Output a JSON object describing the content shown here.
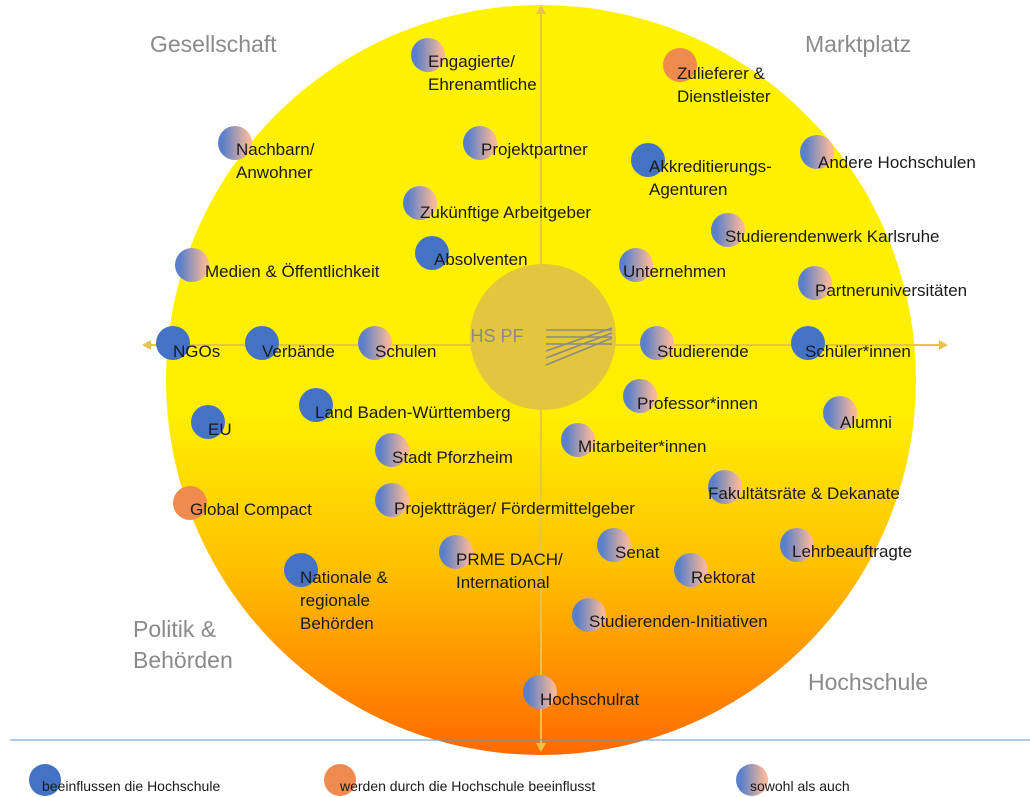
{
  "corners": {
    "top_left": [
      "Gesellschaft"
    ],
    "top_right": [
      "Marktplatz"
    ],
    "bottom_left": [
      "Politik &",
      "Behörden"
    ],
    "bottom_right": [
      "Hochschule"
    ]
  },
  "center_label": "HS PF",
  "colors": {
    "blue": "#4472c4",
    "orange": "#f08b4f",
    "both_a": "#5b7fc9",
    "both_b": "#f4b79a",
    "quadrant_label": "#8a8a8a",
    "axis": "#e7c34a",
    "separator": "#5b9bd5"
  },
  "stakeholders": [
    {
      "type": "both",
      "lines": [
        "Engagierte/",
        "Ehrenamtliche"
      ]
    },
    {
      "type": "orange",
      "lines": [
        "Zulieferer &",
        "Dienstleister"
      ]
    },
    {
      "type": "both",
      "lines": [
        "Nachbarn/",
        "Anwohner"
      ]
    },
    {
      "type": "both",
      "lines": [
        "Projektpartner"
      ]
    },
    {
      "type": "blue",
      "lines": [
        "Akkreditierungs-",
        "Agenturen"
      ]
    },
    {
      "type": "both",
      "lines": [
        "Andere Hochschulen"
      ]
    },
    {
      "type": "both",
      "lines": [
        "Zukünftige Arbeitgeber"
      ]
    },
    {
      "type": "both",
      "lines": [
        "Studierendenwerk Karlsruhe"
      ]
    },
    {
      "type": "both",
      "lines": [
        "Medien & Öffentlichkeit"
      ]
    },
    {
      "type": "blue",
      "lines": [
        "Absolventen"
      ]
    },
    {
      "type": "both",
      "lines": [
        "Unternehmen"
      ]
    },
    {
      "type": "both",
      "lines": [
        "Partneruniversitäten"
      ]
    },
    {
      "type": "blue",
      "lines": [
        "NGOs"
      ]
    },
    {
      "type": "blue",
      "lines": [
        "Verbände"
      ]
    },
    {
      "type": "both",
      "lines": [
        "Schulen"
      ]
    },
    {
      "type": "both",
      "lines": [
        "Studierende"
      ]
    },
    {
      "type": "blue",
      "lines": [
        "Schüler*innen"
      ]
    },
    {
      "type": "blue",
      "lines": [
        "EU"
      ]
    },
    {
      "type": "blue",
      "lines": [
        "Land Baden-Württemberg"
      ]
    },
    {
      "type": "both",
      "lines": [
        "Professor*innen"
      ]
    },
    {
      "type": "both",
      "lines": [
        "Alumni"
      ]
    },
    {
      "type": "both",
      "lines": [
        "Stadt Pforzheim"
      ]
    },
    {
      "type": "both",
      "lines": [
        "Mitarbeiter*innen"
      ]
    },
    {
      "type": "orange",
      "lines": [
        "Global Compact"
      ]
    },
    {
      "type": "both",
      "lines": [
        "Projektträger/ Fördermittelgeber"
      ]
    },
    {
      "type": "both",
      "lines": [
        "Fakultätsräte & Dekanate"
      ]
    },
    {
      "type": "both",
      "lines": [
        "Lehrbeauftragte"
      ]
    },
    {
      "type": "blue",
      "lines": [
        "Nationale &",
        "regionale",
        "Behörden"
      ]
    },
    {
      "type": "both",
      "lines": [
        "PRME DACH/",
        "International"
      ]
    },
    {
      "type": "both",
      "lines": [
        "Senat"
      ]
    },
    {
      "type": "both",
      "lines": [
        "Rektorat"
      ]
    },
    {
      "type": "both",
      "lines": [
        "Studierenden-Initiativen"
      ]
    },
    {
      "type": "both",
      "lines": [
        "Hochschulrat"
      ]
    }
  ],
  "legend": [
    {
      "type": "blue",
      "label": "beeinflussen die Hochschule"
    },
    {
      "type": "orange",
      "label": "werden durch die Hochschule beeinflusst"
    },
    {
      "type": "both",
      "label": "sowohl als auch"
    }
  ]
}
